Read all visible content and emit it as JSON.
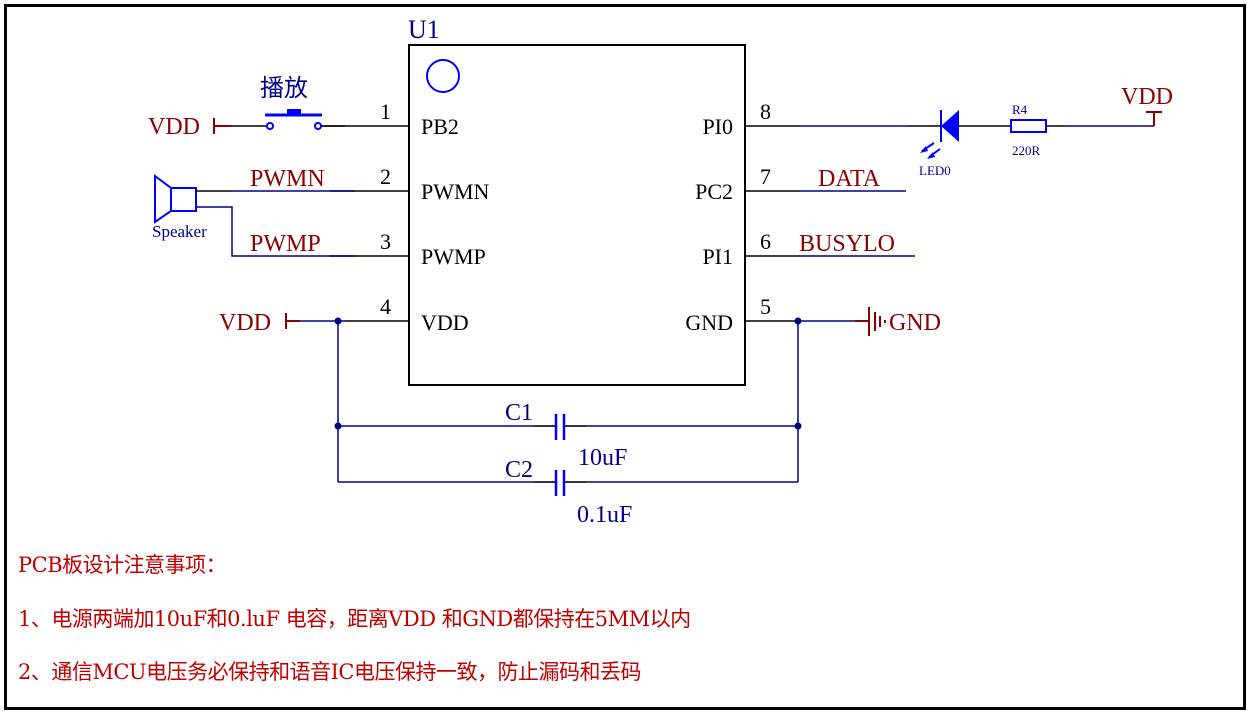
{
  "colors": {
    "net_label": "#8b0000",
    "component": "#0000ff",
    "wire": "#00008b",
    "pin": "#000000",
    "designator": "#00008b",
    "note": "#c00000"
  },
  "chip": {
    "designator": "U1",
    "left_pins": [
      {
        "number": "1",
        "name": "PB2"
      },
      {
        "number": "2",
        "name": "PWMN"
      },
      {
        "number": "3",
        "name": "PWMP"
      },
      {
        "number": "4",
        "name": "VDD"
      }
    ],
    "right_pins": [
      {
        "number": "8",
        "name": "PI0"
      },
      {
        "number": "7",
        "name": "PC2"
      },
      {
        "number": "6",
        "name": "PI1"
      },
      {
        "number": "5",
        "name": "GND"
      }
    ]
  },
  "button": {
    "label": "播放",
    "power": "VDD"
  },
  "speaker": {
    "label": "Speaker",
    "net_n": "PWMN",
    "net_p": "PWMP"
  },
  "power_vdd_pin4": "VDD",
  "led": {
    "label": "LED0"
  },
  "resistor": {
    "designator": "R4",
    "value": "220R",
    "power": "VDD"
  },
  "nets": {
    "pin7": "DATA",
    "pin6": "BUSYLO",
    "ground": "GND"
  },
  "capacitors": [
    {
      "designator": "C1",
      "value": "10uF"
    },
    {
      "designator": "C2",
      "value": "0.1uF"
    }
  ],
  "notes": {
    "title": "PCB板设计注意事项：",
    "items": [
      "1、电源两端加10uF和0.luF  电容，距离VDD  和GND都保持在5MM以内",
      "2、通信MCU电压务必保持和语音IC电压保持一致，防止漏码和丢码"
    ]
  }
}
